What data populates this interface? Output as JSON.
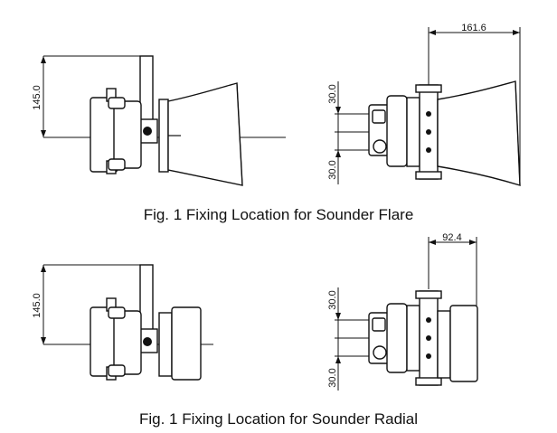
{
  "figures": [
    {
      "caption": "Fig. 1 Fixing Location for Sounder Flare",
      "side_view": {
        "height_dim": "145.0"
      },
      "front_view": {
        "width_dim": "161.6",
        "upper_dim": "30.0",
        "lower_dim": "30.0"
      }
    },
    {
      "caption": "Fig. 1 Fixing Location for Sounder Radial",
      "side_view": {
        "height_dim": "145.0"
      },
      "front_view": {
        "width_dim": "92.4",
        "upper_dim": "30.0",
        "lower_dim": "30.0"
      }
    }
  ]
}
